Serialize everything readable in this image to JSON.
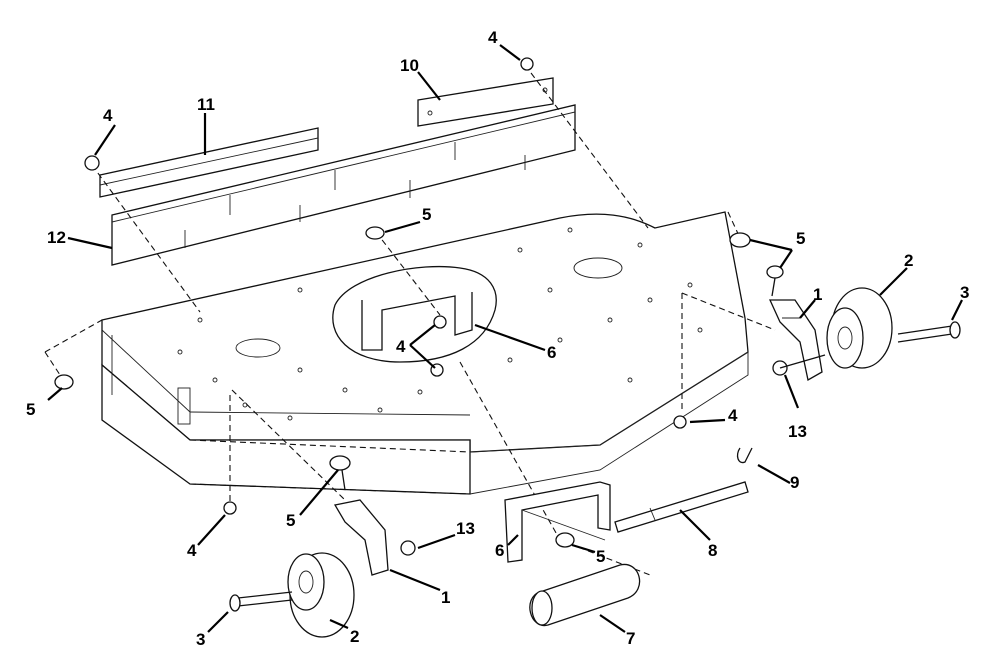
{
  "diagram": {
    "type": "exploded parts diagram",
    "callouts": [
      "1",
      "2",
      "3",
      "4",
      "5",
      "6",
      "7",
      "8",
      "9",
      "10",
      "11",
      "12",
      "13"
    ],
    "line_color": "#111111",
    "background": "#ffffff"
  }
}
